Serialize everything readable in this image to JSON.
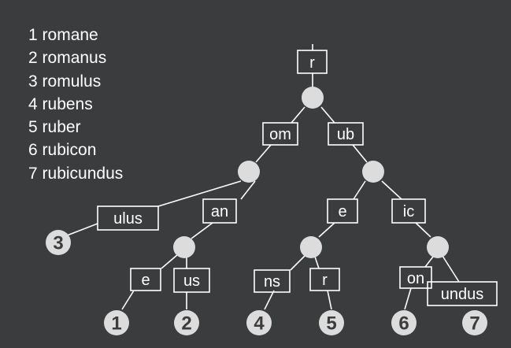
{
  "words": [
    {
      "num": "1",
      "word": "romane"
    },
    {
      "num": "2",
      "word": "romanus"
    },
    {
      "num": "3",
      "word": "romulus"
    },
    {
      "num": "4",
      "word": "rubens"
    },
    {
      "num": "5",
      "word": "ruber"
    },
    {
      "num": "6",
      "word": "rubicon"
    },
    {
      "num": "7",
      "word": "rubicundus"
    }
  ],
  "edge_labels": {
    "r": "r",
    "om": "om",
    "ub": "ub",
    "ulus": "ulus",
    "an": "an",
    "e1": "e",
    "ic": "ic",
    "e2": "e",
    "us": "us",
    "ns": "ns",
    "r2": "r",
    "on": "on",
    "undus": "undus"
  },
  "leaves": {
    "l1": "1",
    "l2": "2",
    "l3": "3",
    "l4": "4",
    "l5": "5",
    "l6": "6",
    "l7": "7"
  }
}
